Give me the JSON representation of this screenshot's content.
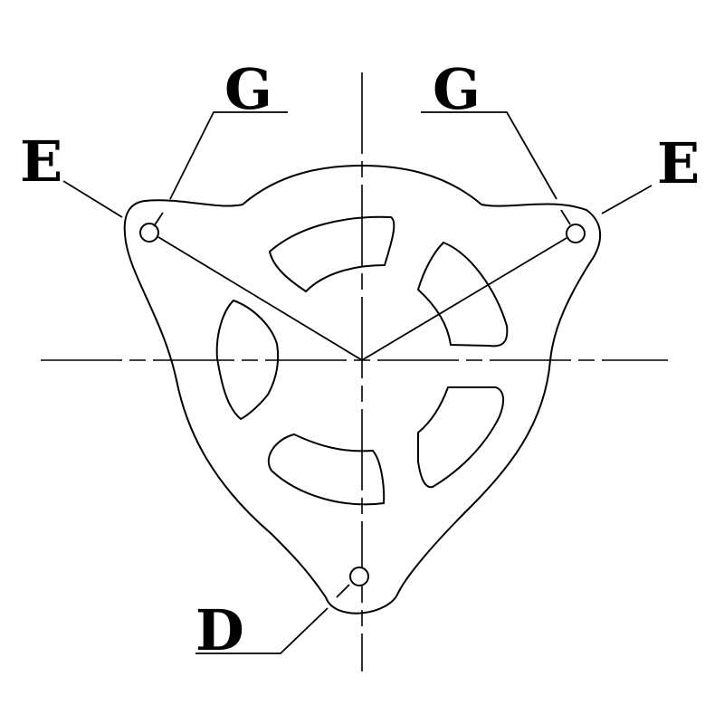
{
  "labels": {
    "e_left": "E",
    "e_right": "E",
    "g_left": "G",
    "g_right": "G",
    "d_bottom": "D"
  },
  "colors": {
    "stroke": "#000000",
    "background": "#ffffff"
  }
}
